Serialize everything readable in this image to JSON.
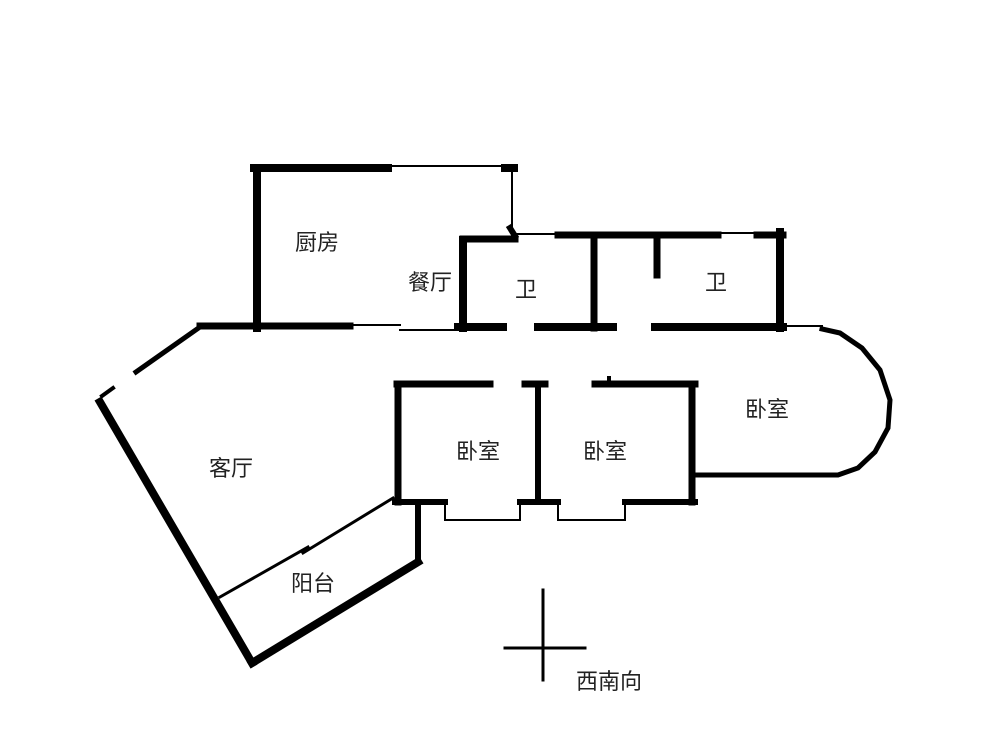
{
  "rooms": {
    "kitchen": "厨房",
    "dining": "餐厅",
    "bath1": "卫",
    "bath2": "卫",
    "living": "客厅",
    "balcony": "阳台",
    "bedroom1": "卧室",
    "bedroom2": "卧室",
    "bedroom3": "卧室"
  },
  "orientation": "西南向",
  "colors": {
    "wall": "#000000",
    "text": "#222222"
  }
}
